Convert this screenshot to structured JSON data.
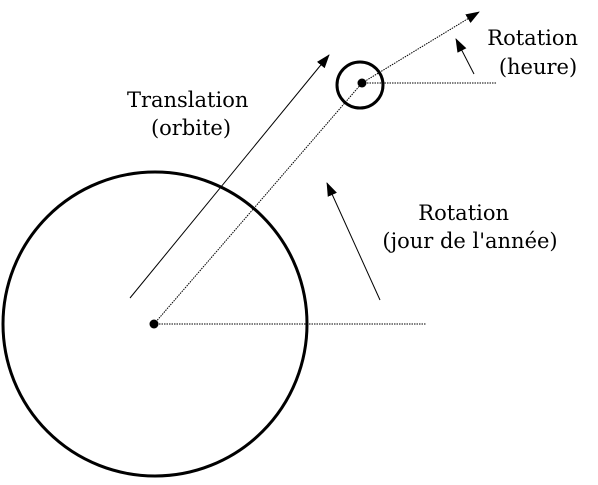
{
  "labels": {
    "translation": {
      "line1": "Translation",
      "line2": "(orbite)"
    },
    "rotation_year": {
      "line1": "Rotation",
      "line2": "(jour de l'année)"
    },
    "rotation_hour": {
      "line1": "Rotation",
      "line2": "(heure)"
    }
  },
  "colors": {
    "stroke": "#000000",
    "background": "#ffffff"
  }
}
